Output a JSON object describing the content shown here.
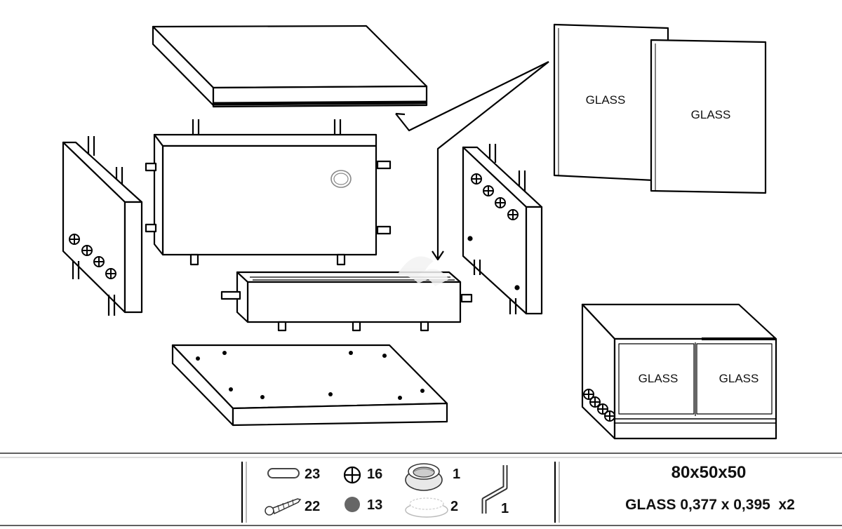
{
  "glass_panels": {
    "left_label": "GLASS",
    "right_label": "GLASS"
  },
  "assembled_cabinet": {
    "left_door_label": "GLASS",
    "right_door_label": "GLASS"
  },
  "hardware": {
    "dowel_count": "23",
    "cam_lock_count": "16",
    "cable_grommet_count": "1",
    "allen_key_count": "1",
    "screw_count": "22",
    "cap_count": "13",
    "slider_ring_count": "2"
  },
  "specs": {
    "dimensions": "80x50x50",
    "glass_spec": "GLASS 0,377 x 0,395  x2"
  }
}
